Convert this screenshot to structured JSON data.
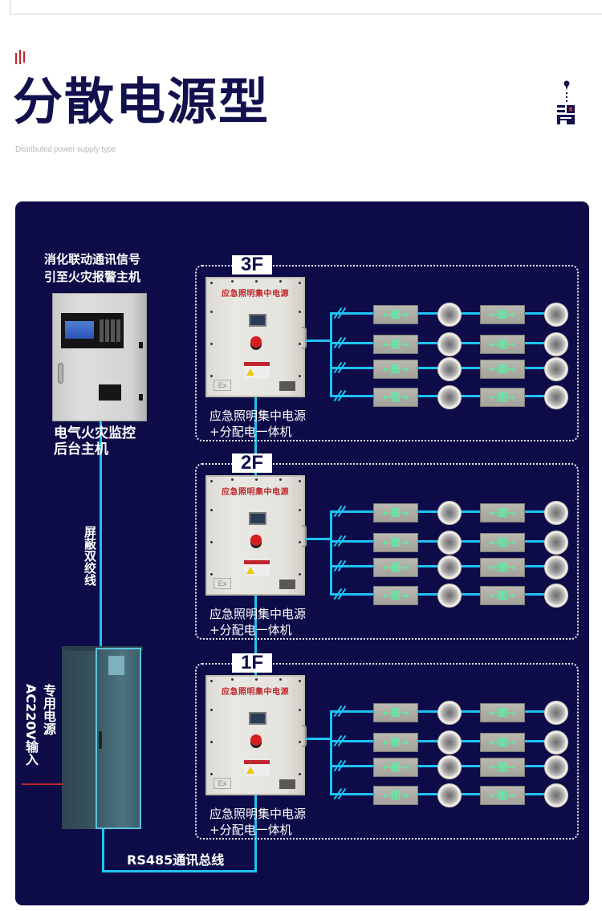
{
  "header": {
    "title": "分散电源型",
    "subtitle": "Distributed power supply type",
    "accent_color": "#c0272d",
    "title_color": "#12114e",
    "logo_icon": "brand-logo-icon"
  },
  "diagram": {
    "background_color": "#0d0c48",
    "wire_color": "#1ec3f2",
    "alarm_host": {
      "top_label_line1": "消化联动通讯信号",
      "top_label_line2": "引至火灾报警主机",
      "bottom_label_line1": "电气火灾监控",
      "bottom_label_line2": "后台主机"
    },
    "trunk_cable_label": "屏蔽双绞线",
    "power_rack": {
      "label_line1": "专用电源",
      "label_line2": "AC220V输入"
    },
    "bus_label": "RS485通讯总线",
    "floors": [
      {
        "tag": "3F",
        "cabinet_title": "应急照明集中电源",
        "cabinet_ex": "Ex",
        "caption_line1": "应急照明集中电源",
        "caption_line2": "+分配电一体机",
        "branches": 4,
        "exit_sign_text": "←图→"
      },
      {
        "tag": "2F",
        "cabinet_title": "应急照明集中电源",
        "cabinet_ex": "Ex",
        "caption_line1": "应急照明集中电源",
        "caption_line2": "+分配电一体机",
        "branches": 4,
        "exit_sign_text": "←图→"
      },
      {
        "tag": "1F",
        "cabinet_title": "应急照明集中电源",
        "cabinet_ex": "Ex",
        "caption_line1": "应急照明集中电源",
        "caption_line2": "+分配电一体机",
        "branches": 4,
        "exit_sign_text": "←图→"
      }
    ],
    "branch_devices": [
      "exit-sign",
      "emergency-lamp",
      "exit-sign",
      "emergency-lamp"
    ]
  }
}
